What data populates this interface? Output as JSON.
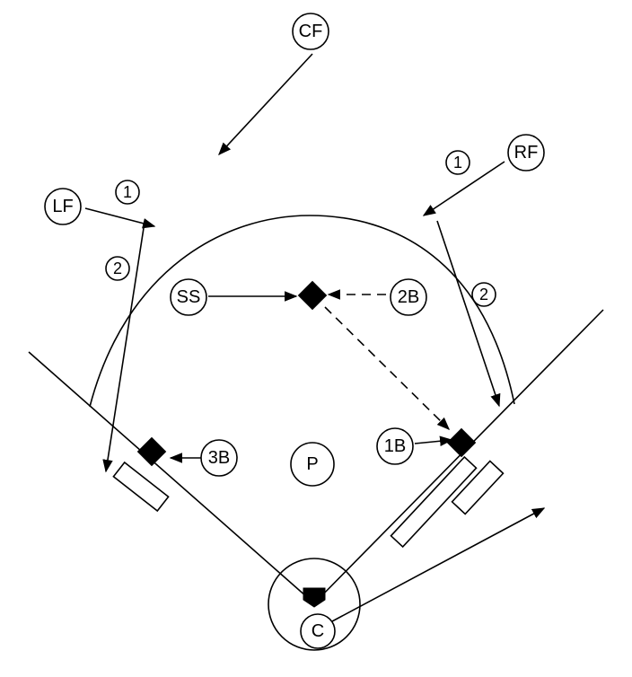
{
  "players": {
    "cf": "CF",
    "rf": "RF",
    "lf": "LF",
    "ss": "SS",
    "second_base": "2B",
    "third_base": "3B",
    "first_base": "1B",
    "pitcher": "P",
    "catcher": "C"
  },
  "step_markers": {
    "lf_step1": "1",
    "lf_step2": "2",
    "rf_step1": "1",
    "rf_step2": "2"
  }
}
